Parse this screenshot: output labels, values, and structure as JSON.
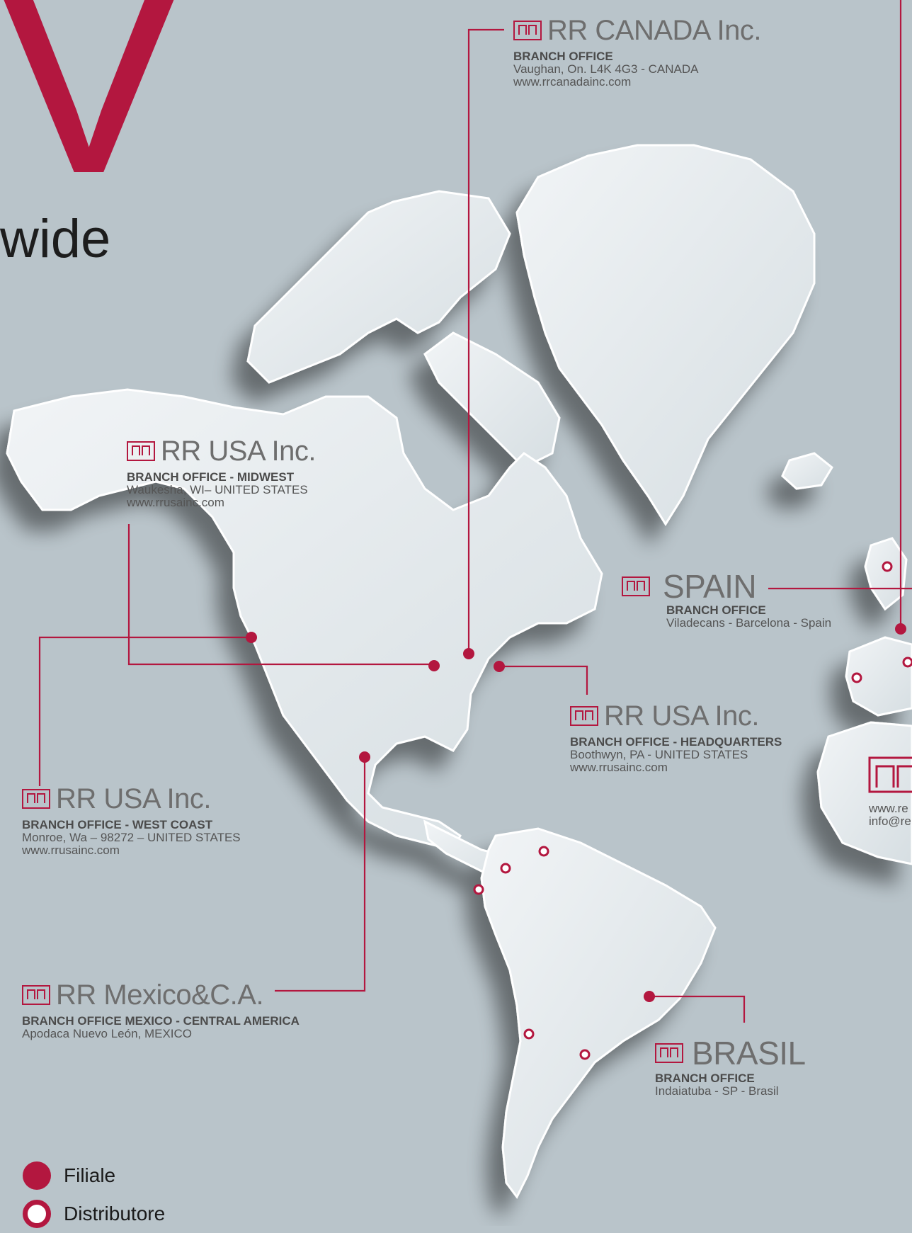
{
  "header": {
    "big_letter": "V",
    "subtitle_fragment": "wide"
  },
  "colors": {
    "brand_red": "#b3173f",
    "background": "#b9c4ca",
    "land": "#e3e9ec"
  },
  "offices": {
    "canada": {
      "name": "RR CANADA Inc.",
      "kind": "BRANCH OFFICE",
      "address": "Vaughan, On. L4K 4G3 - CANADA",
      "web": "www.rrcanadainc.com"
    },
    "usa_midwest": {
      "name": "RR USA Inc.",
      "kind": "BRANCH OFFICE - MIDWEST",
      "address": "Waukesha, WI– UNITED STATES",
      "web": "www.rrusainc.com"
    },
    "spain": {
      "name": "SPAIN",
      "kind": "BRANCH OFFICE",
      "address": "Viladecans - Barcelona - Spain"
    },
    "usa_headquarters": {
      "name": "RR USA Inc.",
      "kind": "BRANCH OFFICE - HEADQUARTERS",
      "address": "Boothwyn, PA - UNITED STATES",
      "web": "www.rrusainc.com"
    },
    "usa_west_coast": {
      "name": "RR USA Inc.",
      "kind": "BRANCH OFFICE  - WEST COAST",
      "address": "Monroe, Wa – 98272 – UNITED STATES",
      "web": "www.rrusainc.com"
    },
    "mexico": {
      "name": "RR Mexico&C.A.",
      "kind": "BRANCH OFFICE MEXICO - CENTRAL AMERICA",
      "address": "Apodaca Nuevo León, MEXICO"
    },
    "brasil": {
      "name": "BRASIL",
      "kind": "BRANCH OFFICE",
      "address": "Indaiatuba - SP - Brasil"
    }
  },
  "cut_off_text": {
    "web": "www.re",
    "email": "info@re"
  },
  "legend": {
    "filiale": "Filiale",
    "distributore": "Distributore"
  }
}
